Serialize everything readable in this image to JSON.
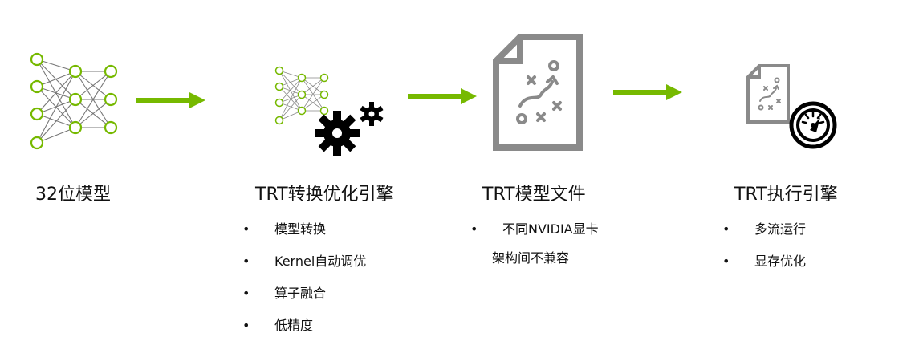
{
  "colors": {
    "accent": "#76b900",
    "icon_gray": "#8a8a8a",
    "text": "#111111"
  },
  "stages": [
    {
      "title": "32位模型",
      "icon": "neural-network-icon",
      "bullets": []
    },
    {
      "title": "TRT转换优化引擎",
      "icon": "network-gears-icon",
      "bullets": [
        "模型转换",
        "Kernel自动调优",
        "算子融合",
        "低精度"
      ]
    },
    {
      "title": "TRT模型文件",
      "icon": "strategy-document-icon",
      "bullets": [
        "不同NVIDIA显卡",
        "架构间不兼容"
      ]
    },
    {
      "title": "TRT执行引擎",
      "icon": "document-speedometer-icon",
      "bullets": [
        "多流运行",
        "显存优化"
      ]
    }
  ],
  "bullet_symbol": "•"
}
